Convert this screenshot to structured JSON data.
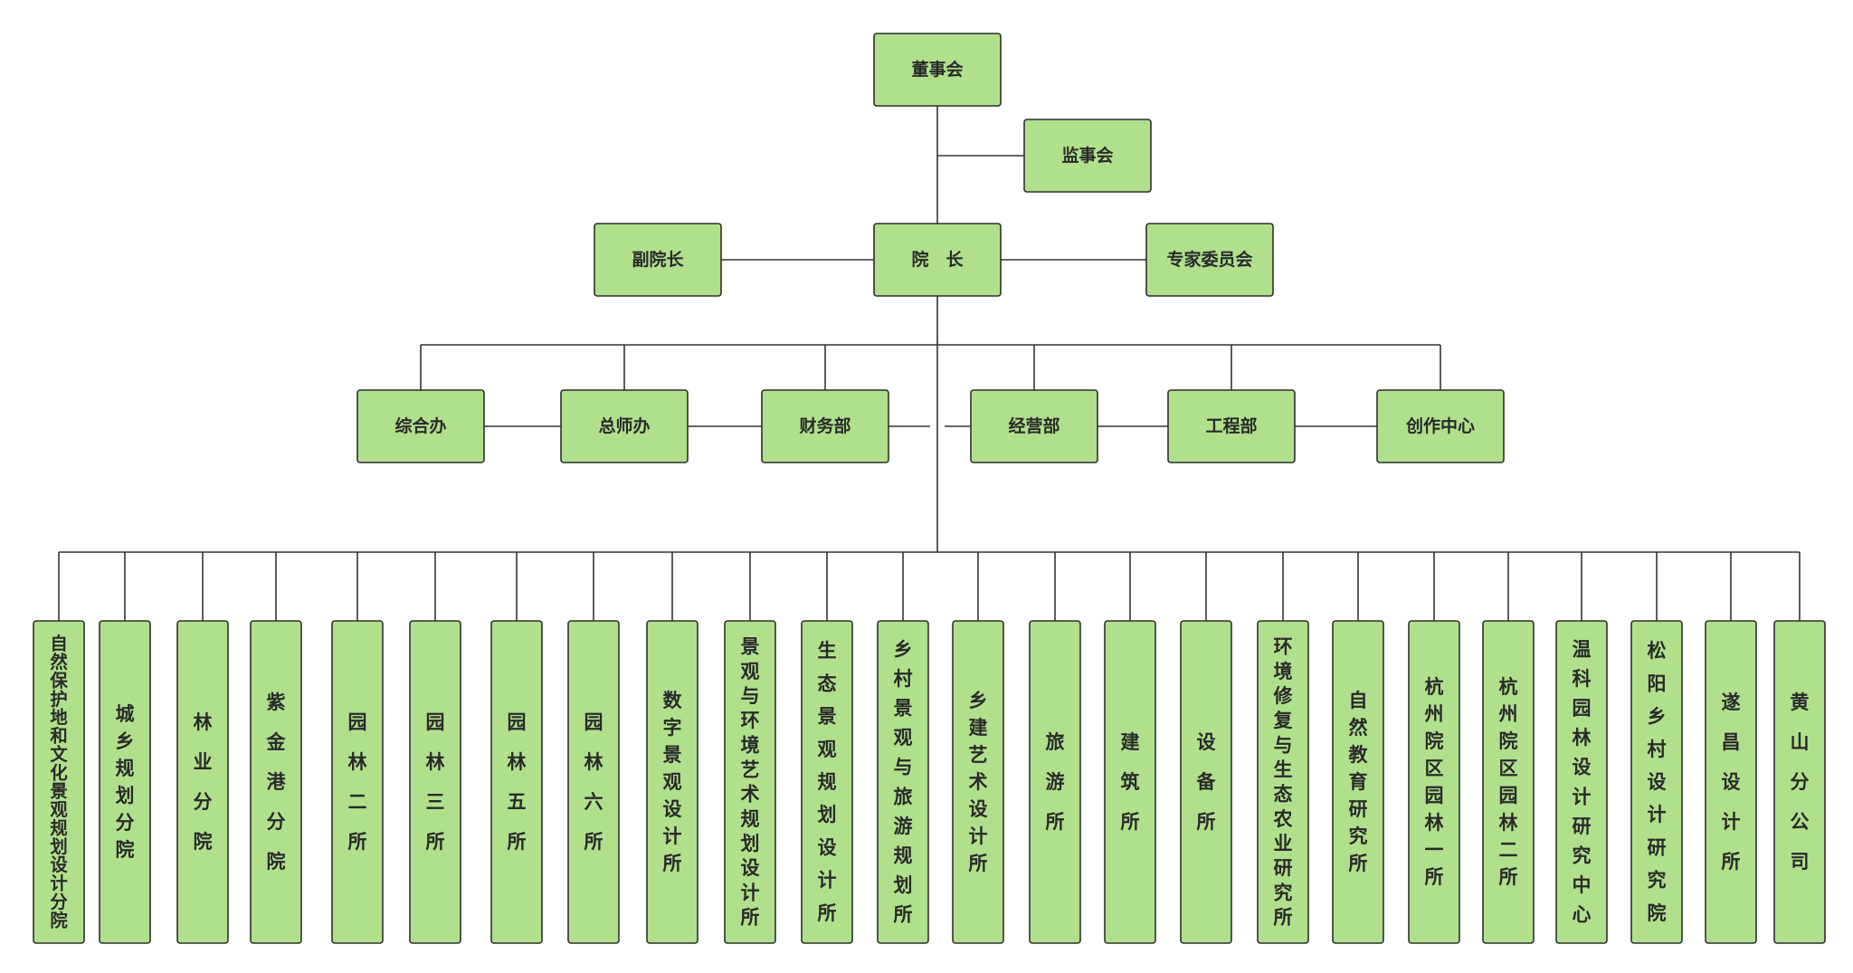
{
  "org": {
    "board": "董事会",
    "supervisory": "监事会",
    "president": "院　长",
    "vice_president": "副院长",
    "expert_committee": "专家委员会",
    "departments": [
      "综合办",
      "总师办",
      "财务部",
      "经营部",
      "工程部",
      "创作中心"
    ],
    "institutes": [
      "自然保护地和文化景观规划设计分院",
      "城乡规划分院",
      "林业分院",
      "紫金港分院",
      "园林二所",
      "园林三所",
      "园林五所",
      "园林六所",
      "数字景观设计所",
      "景观与环境艺术规划设计所",
      "生态景观规划设计所",
      "乡村景观与旅游规划所",
      "乡建艺术设计所",
      "旅游所",
      "建筑所",
      "设备所",
      "环境修复与生态农业研究所",
      "自然教育研究所",
      "杭州院区园林一所",
      "杭州院区园林二所",
      "温科园林设计研究中心",
      "松阳乡村设计研究院",
      "遂昌设计所",
      "黄山分公司"
    ]
  },
  "colors": {
    "box_fill": "#b0e08c",
    "box_stroke": "#2f2f2f",
    "line": "#333333"
  }
}
